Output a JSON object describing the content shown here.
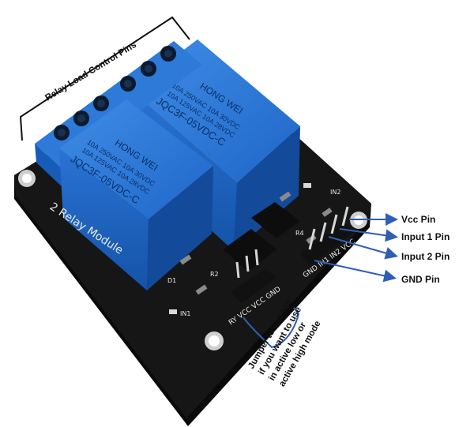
{
  "annotations": {
    "load_pins_label": "Relay Load Control Pins",
    "vcc_pin": "Vcc Pin",
    "input1_pin": "Input 1 Pin",
    "input2_pin": "Input 2 Pin",
    "gnd_pin": "GND Pin",
    "jumper_note": [
      "Jumper to change",
      "if you want to use",
      "in active low or",
      "active high mode"
    ]
  },
  "board": {
    "module_silk": "2 Relay Module",
    "jumper_silk": "RY VCC VCC GND",
    "header_silk": "GND IN1 IN2 VCC",
    "silk_d1": "D1",
    "silk_r2": "R2",
    "silk_r4": "R4",
    "silk_in1": "IN1",
    "silk_in2": "IN2"
  },
  "relays": [
    {
      "brand": "HONG WEI",
      "rating1": "10A 250VAC  10A 30VDC",
      "rating2": "10A 125VAC  10A 28VDC",
      "model": "JQC3F-05VDC-C"
    },
    {
      "brand": "HONG WEI",
      "rating1": "10A 250VAC  10A 30VDC",
      "rating2": "10A 125VAC  10A 28VDC",
      "model": "JQC3F-05VDC-C"
    }
  ],
  "colors": {
    "relay_blue": "#1a66c4",
    "pcb_black": "#161616",
    "arrow_blue": "#2f5fb4",
    "bracket": "#111111"
  }
}
